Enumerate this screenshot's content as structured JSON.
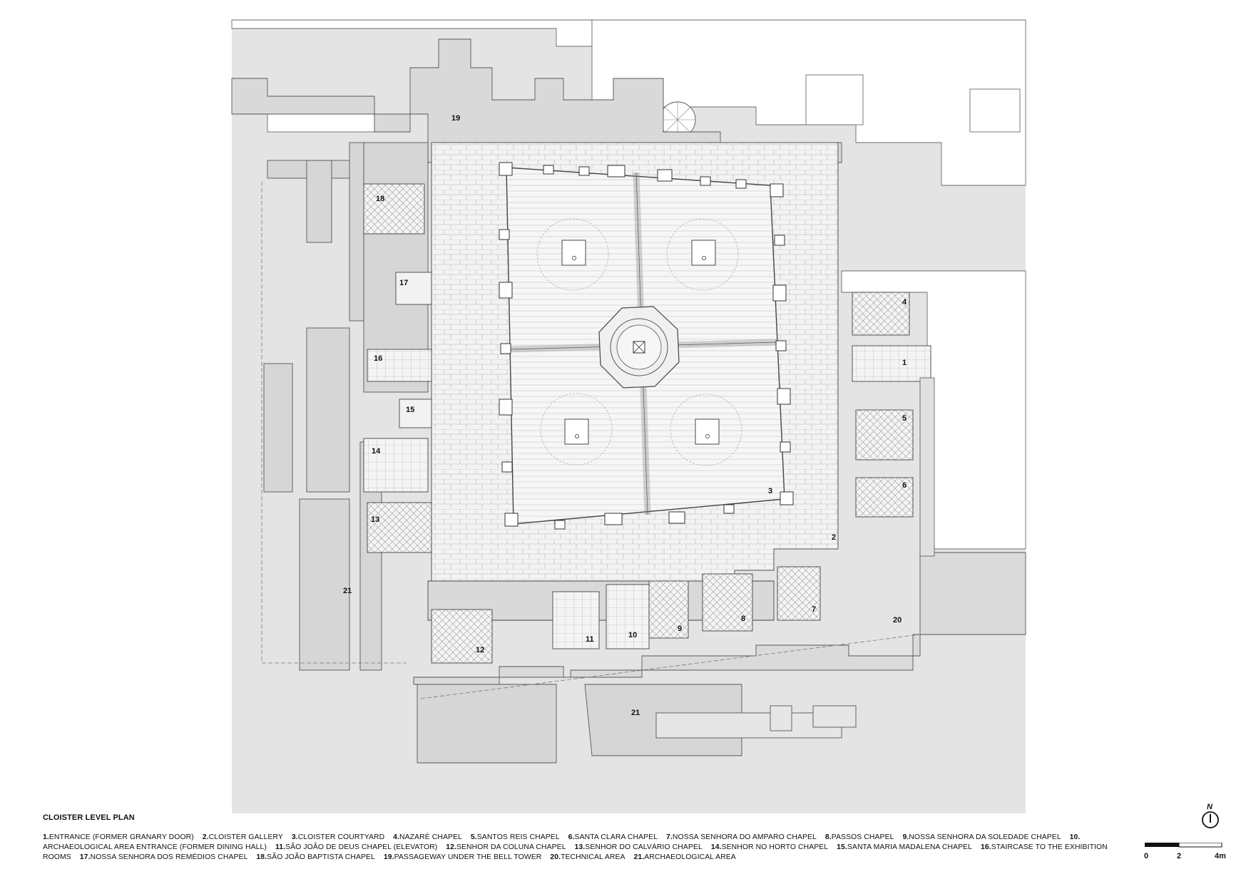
{
  "plan": {
    "title": "CLOISTER LEVEL PLAN",
    "room_labels": [
      "19",
      "18",
      "17",
      "16",
      "15",
      "14",
      "13",
      "21",
      "12",
      "11",
      "10",
      "9",
      "8",
      "7",
      "20",
      "21",
      "4",
      "1",
      "5",
      "6",
      "2",
      "3"
    ]
  },
  "legend": {
    "items": [
      {
        "num": "1.",
        "text": "ENTRANCE  (FORMER GRANARY DOOR)"
      },
      {
        "num": "2.",
        "text": "CLOISTER GALLERY"
      },
      {
        "num": "3.",
        "text": "CLOISTER COURTYARD"
      },
      {
        "num": "4.",
        "text": "NAZARÉ CHAPEL"
      },
      {
        "num": "5.",
        "text": "SANTOS REIS CHAPEL"
      },
      {
        "num": "6.",
        "text": "SANTA CLARA CHAPEL"
      },
      {
        "num": "7.",
        "text": "NOSSA SENHORA DO AMPARO CHAPEL"
      },
      {
        "num": "8.",
        "text": "PASSOS CHAPEL"
      },
      {
        "num": "9.",
        "text": "NOSSA SENHORA DA SOLEDADE CHAPEL"
      },
      {
        "num": "10.",
        "text": " ARCHAEOLOGICAL AREA ENTRANCE (FORMER DINING HALL)"
      },
      {
        "num": "11.",
        "text": "SÃO JOÃO DE DEUS CHAPEL (ELEVATOR)"
      },
      {
        "num": "12.",
        "text": "SENHOR DA COLUNA CHAPEL"
      },
      {
        "num": "13.",
        "text": "SENHOR DO CALVÁRIO CHAPEL"
      },
      {
        "num": "14.",
        "text": "SENHOR NO HORTO CHAPEL"
      },
      {
        "num": "15.",
        "text": "SANTA MARIA MADALENA CHAPEL"
      },
      {
        "num": "16.",
        "text": "STAIRCASE TO THE EXHIBITION ROOMS"
      },
      {
        "num": "17.",
        "text": "NOSSA SENHORA DOS REMÉDIOS CHAPEL"
      },
      {
        "num": "18.",
        "text": "SÃO JOÃO BAPTISTA CHAPEL"
      },
      {
        "num": "19.",
        "text": "PASSAGEWAY UNDER THE BELL TOWER"
      },
      {
        "num": "20.",
        "text": "TECHNICAL AREA"
      },
      {
        "num": "21.",
        "text": "ARCHAEOLOGICAL AREA"
      }
    ]
  },
  "north": {
    "letter": "N"
  },
  "scale": {
    "labels": [
      "0",
      "2",
      "4m"
    ]
  },
  "colors": {
    "ground": "#e4e4e4",
    "paving": "#efefef",
    "line": "#555555",
    "background": "#ffffff"
  }
}
